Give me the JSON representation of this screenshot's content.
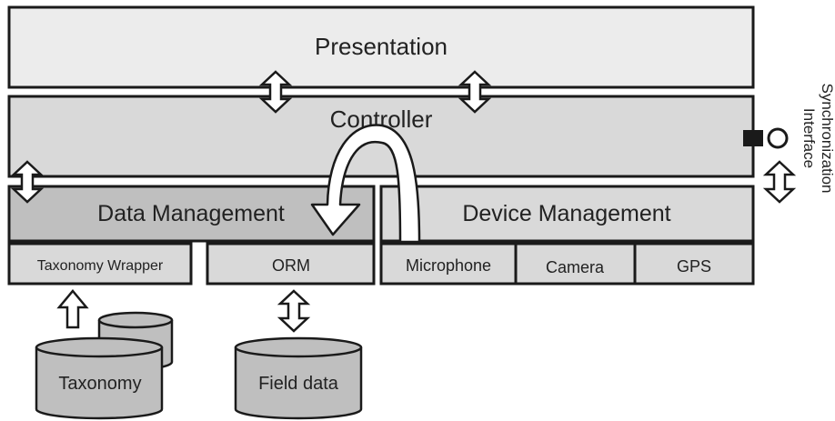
{
  "layers": {
    "presentation": "Presentation",
    "controller": "Controller",
    "data_management": "Data Management",
    "device_management": "Device Management"
  },
  "data_components": {
    "taxonomy_wrapper": "Taxonomy Wrapper",
    "orm": "ORM"
  },
  "device_components": {
    "microphone": "Microphone",
    "camera": "Camera",
    "gps": "GPS"
  },
  "stores": {
    "taxonomy": "Taxonomy",
    "field_data": "Field data"
  },
  "side_label": {
    "line1": "Synchronization",
    "line2": "Interface"
  },
  "colors": {
    "presentation_fill": "#ececec",
    "controller_fill": "#d9d9d9",
    "data_mgmt_fill": "#bfbfbf",
    "device_mgmt_fill": "#d9d9d9",
    "component_fill": "#d9d9d9",
    "cylinder_fill": "#bfbfbf",
    "stroke": "#1a1a1a"
  }
}
